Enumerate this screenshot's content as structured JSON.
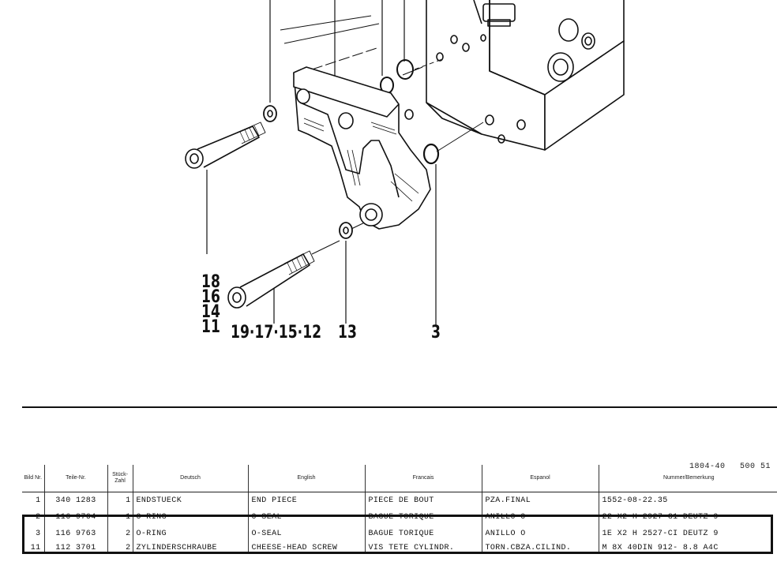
{
  "callouts": {
    "stack": [
      "18",
      "16",
      "14",
      "11"
    ],
    "screw_group": "19·17·15·12",
    "washer": "13",
    "oring": "3"
  },
  "page_ref": {
    "code": "1804-40",
    "page": "500 51"
  },
  "table": {
    "headers": {
      "pos": "Bild Nr.",
      "part_no": "Teile-Nr.",
      "qty": "Stück-Zahl",
      "de": "Deutsch",
      "en": "English",
      "fr": "Francais",
      "es": "Espanol",
      "note": "Nummer/Bemerkung"
    },
    "rows": [
      {
        "pos": "1",
        "part_no": "340 1283",
        "qty": "1",
        "de": "ENDSTUECK",
        "en": "END PIECE",
        "fr": "PIECE DE BOUT",
        "es": "PZA.FINAL",
        "note": "1552-08-22.35"
      },
      {
        "pos": "2",
        "part_no": "116 9764",
        "qty": "1",
        "de": "O-RING",
        "en": "O-SEAL",
        "fr": "BAGUE TORIQUE",
        "es": "ANILLO O",
        "note": "22 X2 H 2927-G1 DEUTZ 9"
      },
      {
        "pos": "3",
        "part_no": "116 9763",
        "qty": "2",
        "de": "O-RING",
        "en": "O-SEAL",
        "fr": "BAGUE TORIQUE",
        "es": "ANILLO O",
        "note": "1E X2 H 2527-CI DEUTZ 9"
      },
      {
        "pos": "11",
        "part_no": "112 3701",
        "qty": "2",
        "de": "ZYLINDERSCHRAUBE",
        "en": "CHEESE-HEAD SCREW",
        "fr": "VIS TETE CYLINDR.",
        "es": "TORN.CBZA.CILIND.",
        "note": "M 8X 40DIN 912- 8.8 A4C"
      }
    ]
  },
  "colors": {
    "ink": "#111111",
    "paper": "#ffffff"
  }
}
